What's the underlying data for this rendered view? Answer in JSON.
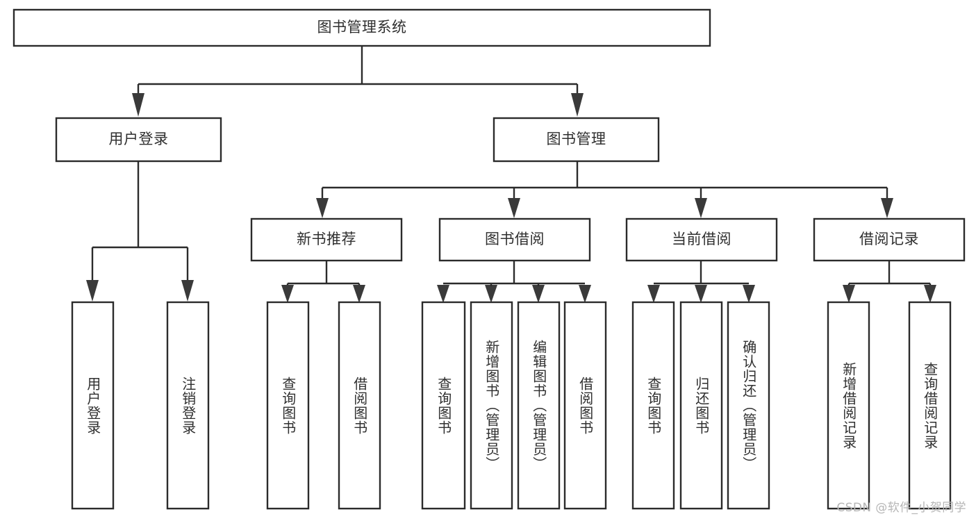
{
  "diagram": {
    "title": "图书管理系统",
    "type": "tree",
    "orientation": "top-down",
    "colors": {
      "box_stroke": "#2b2b2b",
      "box_fill": "#ffffff",
      "text": "#2f2f2f",
      "arrow": "#3a3a3a",
      "watermark": "#b6b6b6",
      "background": "#ffffff"
    },
    "root": {
      "label": "图书管理系统"
    },
    "level2": [
      {
        "label": "用户登录"
      },
      {
        "label": "图书管理"
      }
    ],
    "level3": [
      {
        "label": "新书推荐"
      },
      {
        "label": "图书借阅"
      },
      {
        "label": "当前借阅"
      },
      {
        "label": "借阅记录"
      }
    ],
    "leaves": {
      "user_login": [
        {
          "label": "用户登录"
        },
        {
          "label": "注销登录"
        }
      ],
      "new_book_recommend": [
        {
          "label": "查询图书"
        },
        {
          "label": "借阅图书"
        }
      ],
      "book_borrow": [
        {
          "label": "查询图书"
        },
        {
          "label": "新增图书（管理员）"
        },
        {
          "label": "编辑图书（管理员）"
        },
        {
          "label": "借阅图书"
        }
      ],
      "current_borrow": [
        {
          "label": "查询图书"
        },
        {
          "label": "归还图书"
        },
        {
          "label": "确认归还（管理员）"
        }
      ],
      "borrow_record": [
        {
          "label": "新增借阅记录"
        },
        {
          "label": "查询借阅记录"
        }
      ]
    }
  },
  "watermark": {
    "text": "CSDN @软件_小贺同学"
  }
}
